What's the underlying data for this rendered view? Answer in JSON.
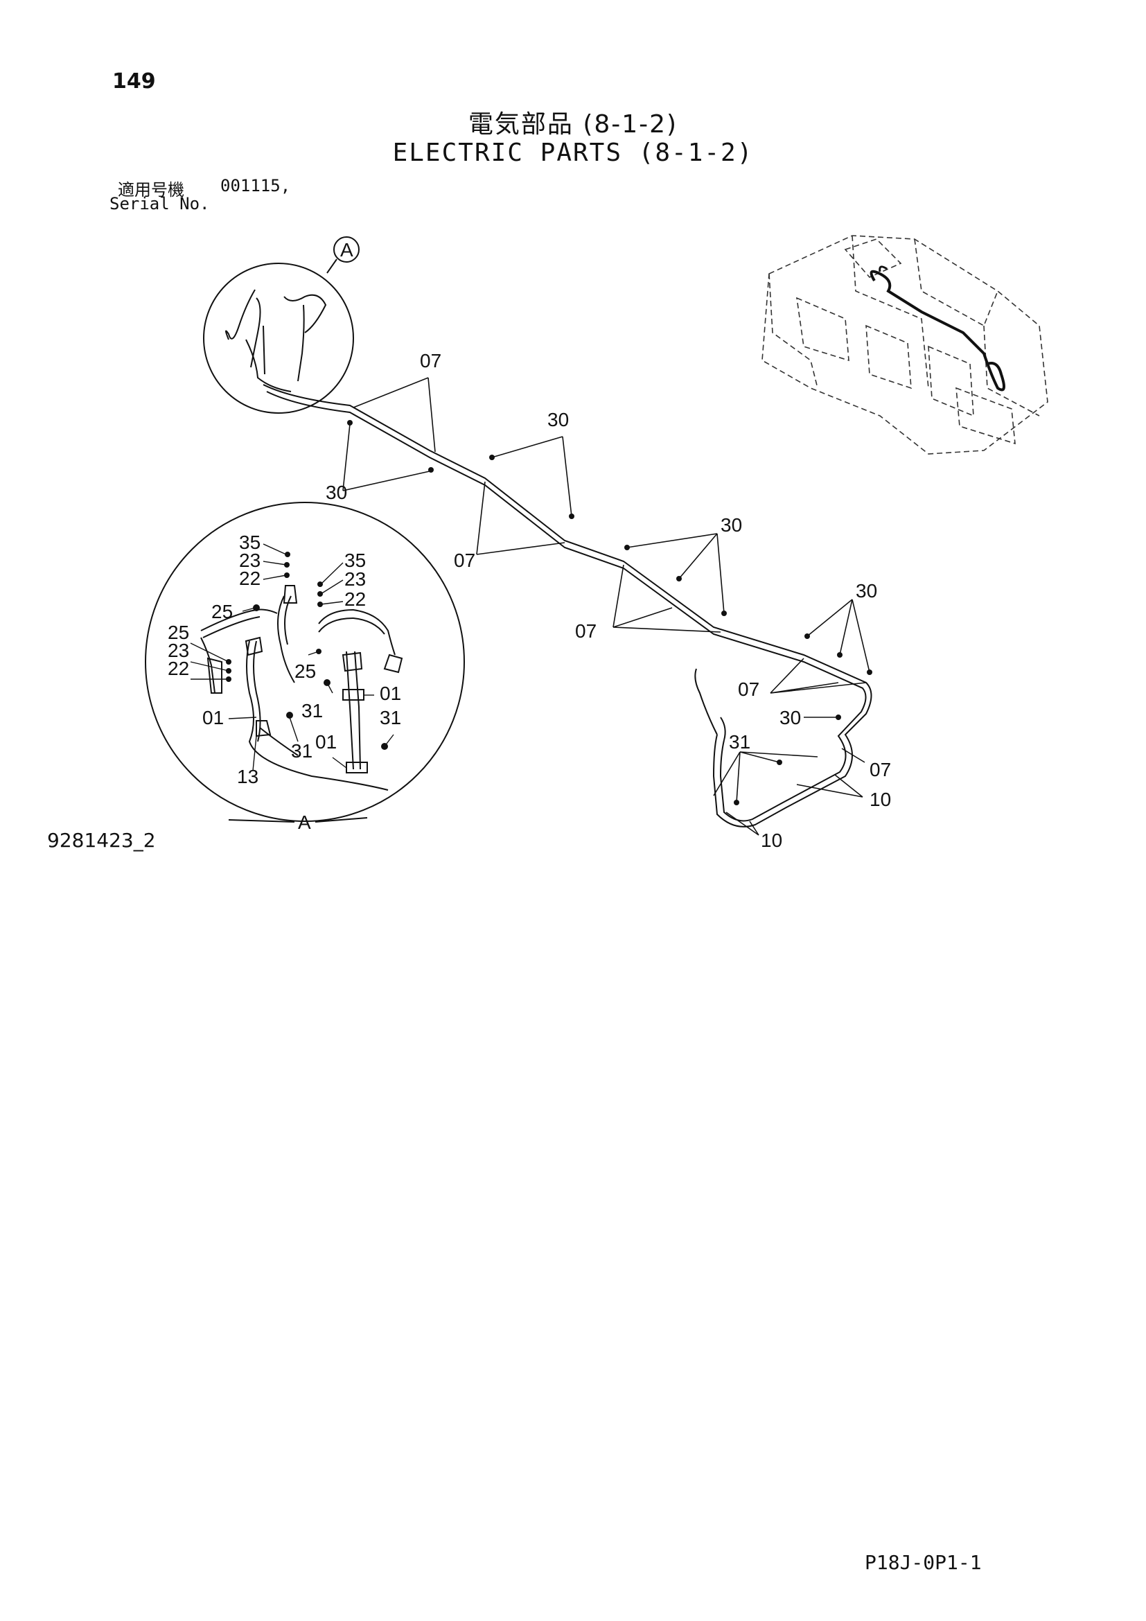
{
  "header": {
    "page_number": "149",
    "title_jp": "電気部品 (8-1-2)",
    "title_en": "ELECTRIC PARTS (8-1-2)",
    "serial_label_jp": "適用号機",
    "serial_value": "001115,",
    "serial_label_en": "Serial No."
  },
  "footer": {
    "figure_code": "9281423_2",
    "page_code": "P18J-0P1-1"
  },
  "detail": {
    "marker_top": "A",
    "marker_bottom": "A"
  },
  "callouts": {
    "c07_a": "07",
    "c30_a": "30",
    "c30_b": "30",
    "c07_b": "07",
    "c30_c": "30",
    "c07_c": "07",
    "c30_d": "30",
    "c07_d": "07",
    "c30_e": "30",
    "c31_a": "31",
    "c07_e": "07",
    "c10_a": "10",
    "c10_b": "10",
    "d35_a": "35",
    "d23_a": "23",
    "d22_a": "22",
    "d35_b": "35",
    "d23_b": "23",
    "d22_b": "22",
    "d25_a": "25",
    "d25_b": "25",
    "d23_c": "23",
    "d22_c": "22",
    "d25_c": "25",
    "d01_a": "01",
    "d31_a": "31",
    "d31_b": "31",
    "d01_b": "01",
    "d31_c": "31",
    "d01_c": "01",
    "d13": "13"
  },
  "colors": {
    "line": "#111111",
    "dashed": "#333333",
    "paper": "#ffffff"
  }
}
